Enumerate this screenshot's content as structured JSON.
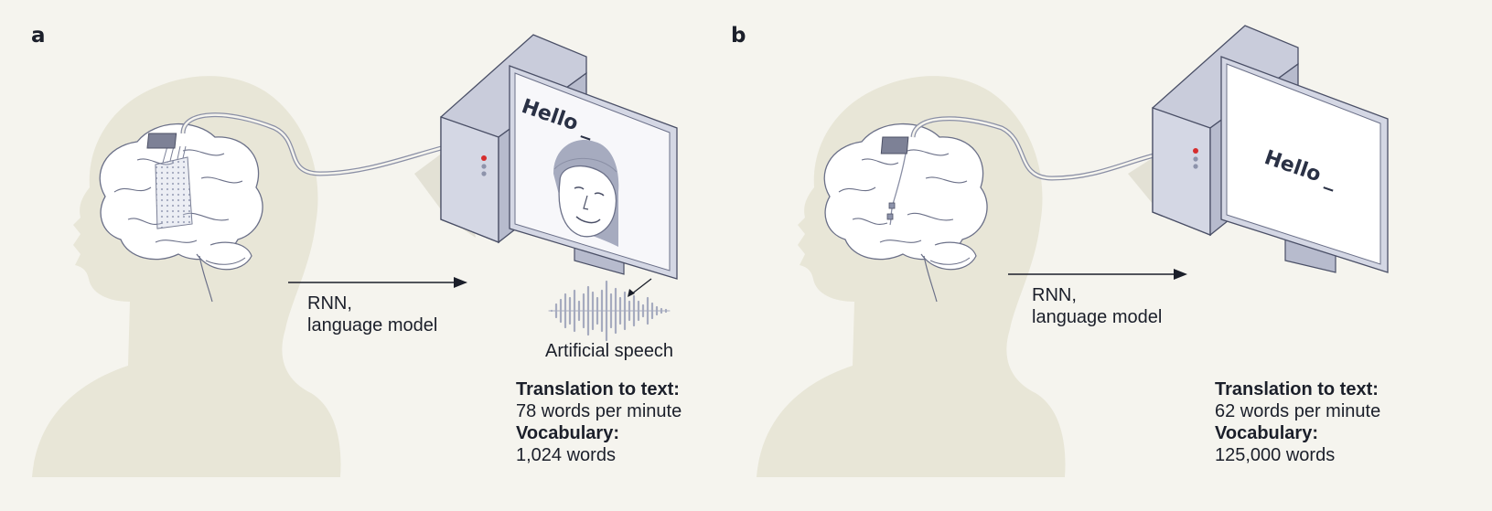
{
  "panels": [
    {
      "letter": "a",
      "screen_text": "Hello _",
      "method_label": "RNN,\nlanguage model",
      "output_label": "Artificial speech",
      "stats": {
        "translation_heading": "Translation to text:",
        "translation_value": "78 words per minute",
        "vocabulary_heading": "Vocabulary:",
        "vocabulary_value": "1,024 words"
      }
    },
    {
      "letter": "b",
      "screen_text": "Hello _",
      "method_label": "RNN,\nlanguage model",
      "stats": {
        "translation_heading": "Translation to text:",
        "translation_value": "62 words per minute",
        "vocabulary_heading": "Vocabulary:",
        "vocabulary_value": "125,000 words"
      }
    }
  ],
  "colors": {
    "background": "#f5f4ee",
    "head": "#e8e6d7",
    "brain": "#ffffff",
    "device": "#d4d7e4",
    "device_dark": "#aeb3c7",
    "avatar": "#a6abbf",
    "indicator": "#d62d2d"
  }
}
